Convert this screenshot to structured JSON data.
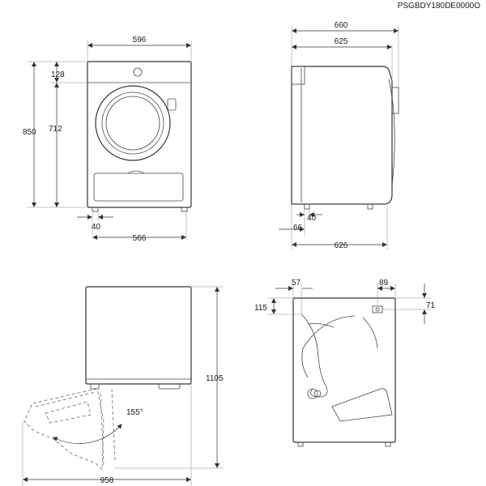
{
  "product_code": "PSGBDY180DE0000O",
  "front_view": {
    "width": "596",
    "height_total": "850",
    "height_body": "712",
    "top_panel": "128",
    "foot_offset": "40",
    "foot_span": "566"
  },
  "side_view": {
    "depth_total": "660",
    "depth_body": "625",
    "depth_base": "626",
    "foot_offset": "40",
    "foot_rear": "66"
  },
  "door_view": {
    "height_open": "1105",
    "width_open": "958",
    "door_angle": "155°"
  },
  "rear_view": {
    "offset_left": "57",
    "offset_right": "89",
    "height_left": "115",
    "height_right": "71"
  }
}
